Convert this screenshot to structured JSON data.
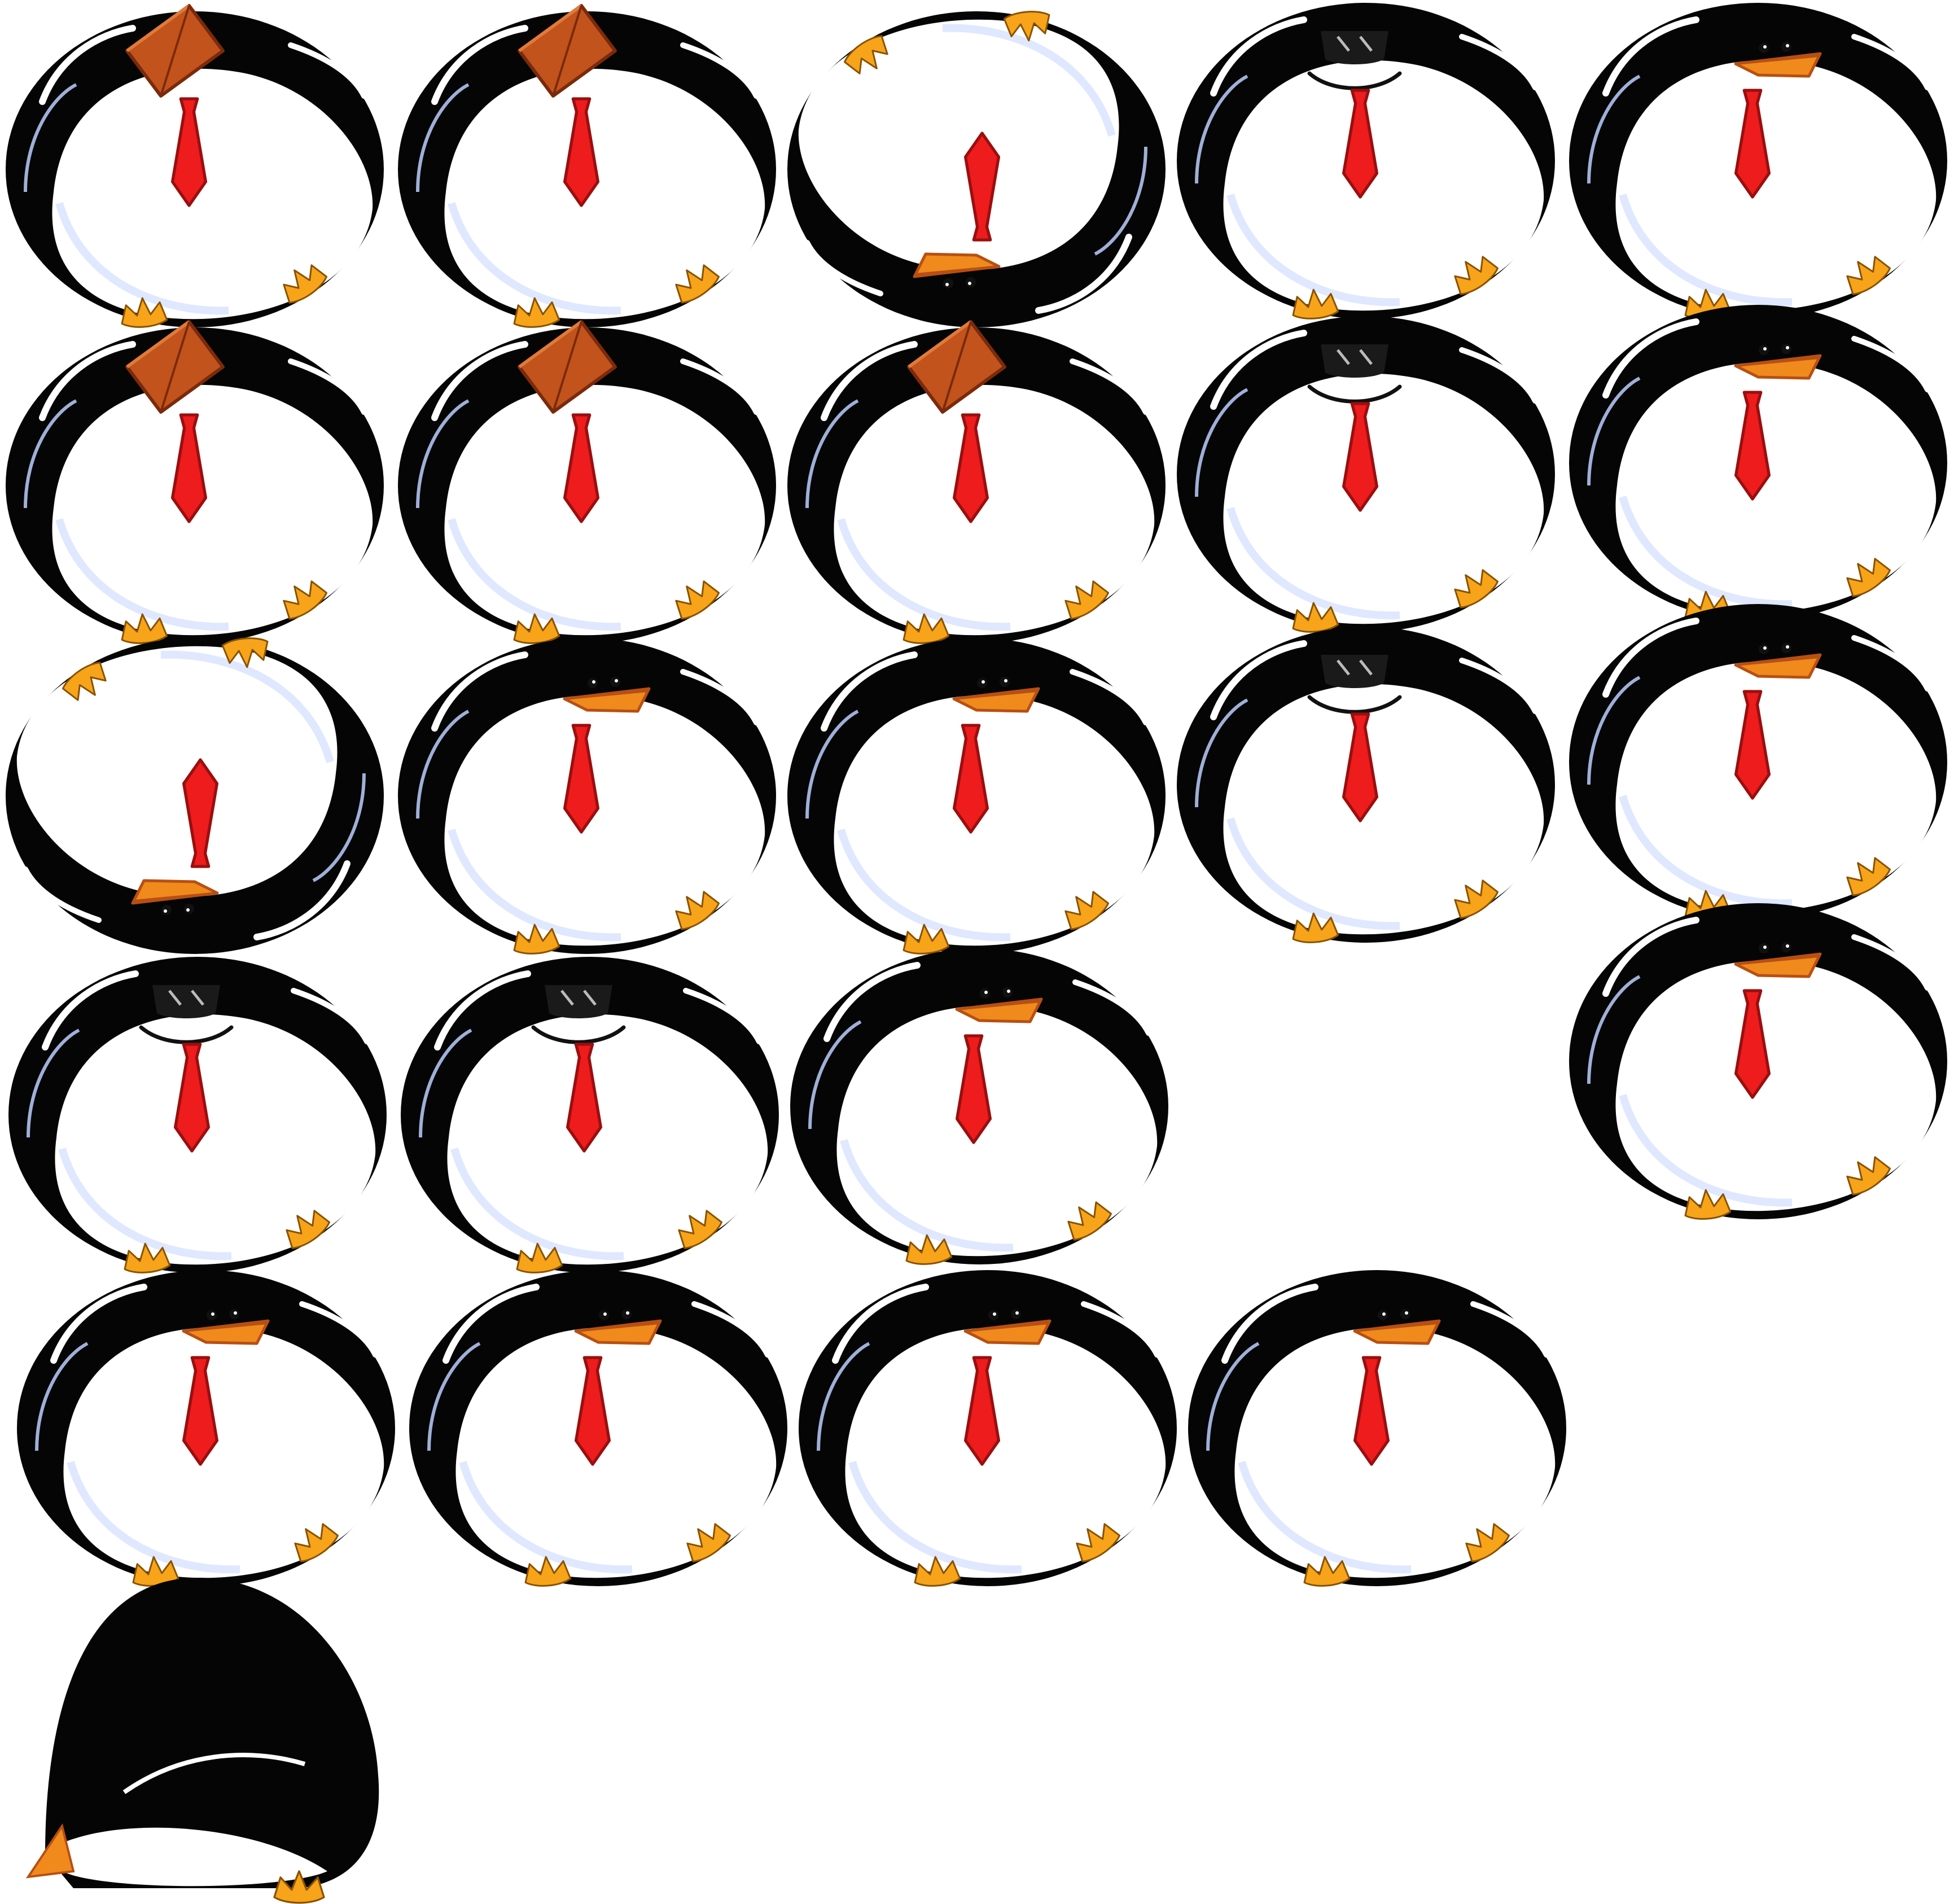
{
  "sheet": {
    "background": "#ffffff",
    "colors": {
      "body": "#050505",
      "belly": "#ffffff",
      "belly_shade": "#dfe8ff",
      "highlight": "#ffffff",
      "tie": "#ee1c1c",
      "tie_dark": "#9a0f0f",
      "feet": "#f7a41a",
      "beak": "#f08a1c",
      "beak_dark": "#b84f12",
      "box": "#c2531c",
      "box_dark": "#7a2a0c",
      "shades": "#1a1a1a"
    },
    "sprites": [
      {
        "variant": "box"
      },
      {
        "variant": "box"
      },
      {
        "variant": "flipped"
      },
      {
        "variant": "shades"
      },
      {
        "variant": "normal"
      },
      {
        "variant": "box"
      },
      {
        "variant": "box"
      },
      {
        "variant": "box"
      },
      {
        "variant": "shades"
      },
      {
        "variant": "normal"
      },
      {
        "variant": "flipped"
      },
      {
        "variant": "normal"
      },
      {
        "variant": "normal"
      },
      {
        "variant": "shades"
      },
      {
        "variant": "normal"
      },
      {
        "variant": "normal"
      },
      {
        "variant": "shades"
      },
      {
        "variant": "shades"
      },
      {
        "variant": "normal"
      },
      {
        "variant": "normal"
      },
      {
        "variant": "normal"
      },
      {
        "variant": "normal"
      },
      {
        "variant": "normal"
      },
      {
        "variant": "curled"
      }
    ]
  }
}
